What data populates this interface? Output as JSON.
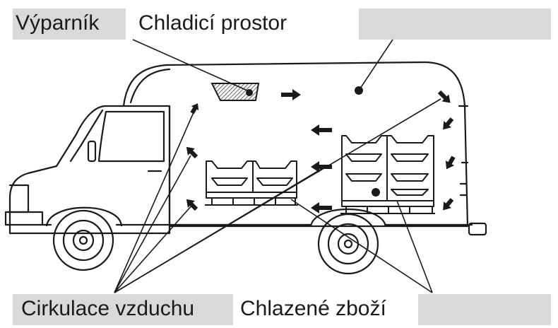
{
  "labels": {
    "evaporator": "Výparník",
    "cooling_space": "Chladicí prostor",
    "air_circulation": "Cirkulace vzduchu",
    "cooled_goods": "Chlazené zboží"
  },
  "colors": {
    "label_background": "#d9d9d9",
    "ink": "#1a1a1a"
  }
}
